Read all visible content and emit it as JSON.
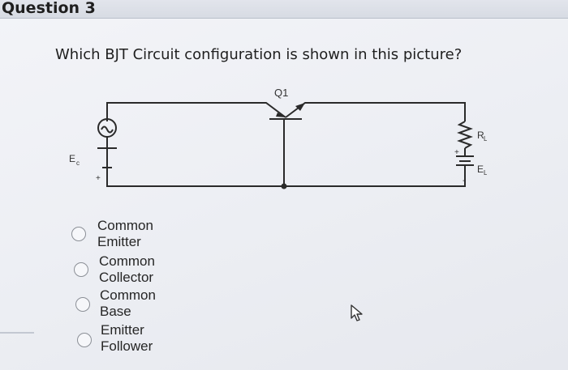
{
  "header": {
    "title": "Question 3"
  },
  "question": {
    "prompt": "Which BJT Circuit configuration is shown in this picture?"
  },
  "circuit": {
    "transistor_label": "Q1",
    "source_label": "E",
    "source_sub": "c",
    "load_resistor_label": "R",
    "load_resistor_sub": "L",
    "load_source_label": "E",
    "load_source_sub": "L",
    "plus_sign": "+",
    "minus_sign": "-"
  },
  "options": [
    {
      "label": "Common Emitter"
    },
    {
      "label": "Common Collector"
    },
    {
      "label": "Common Base"
    },
    {
      "label": "Emitter Follower"
    }
  ]
}
